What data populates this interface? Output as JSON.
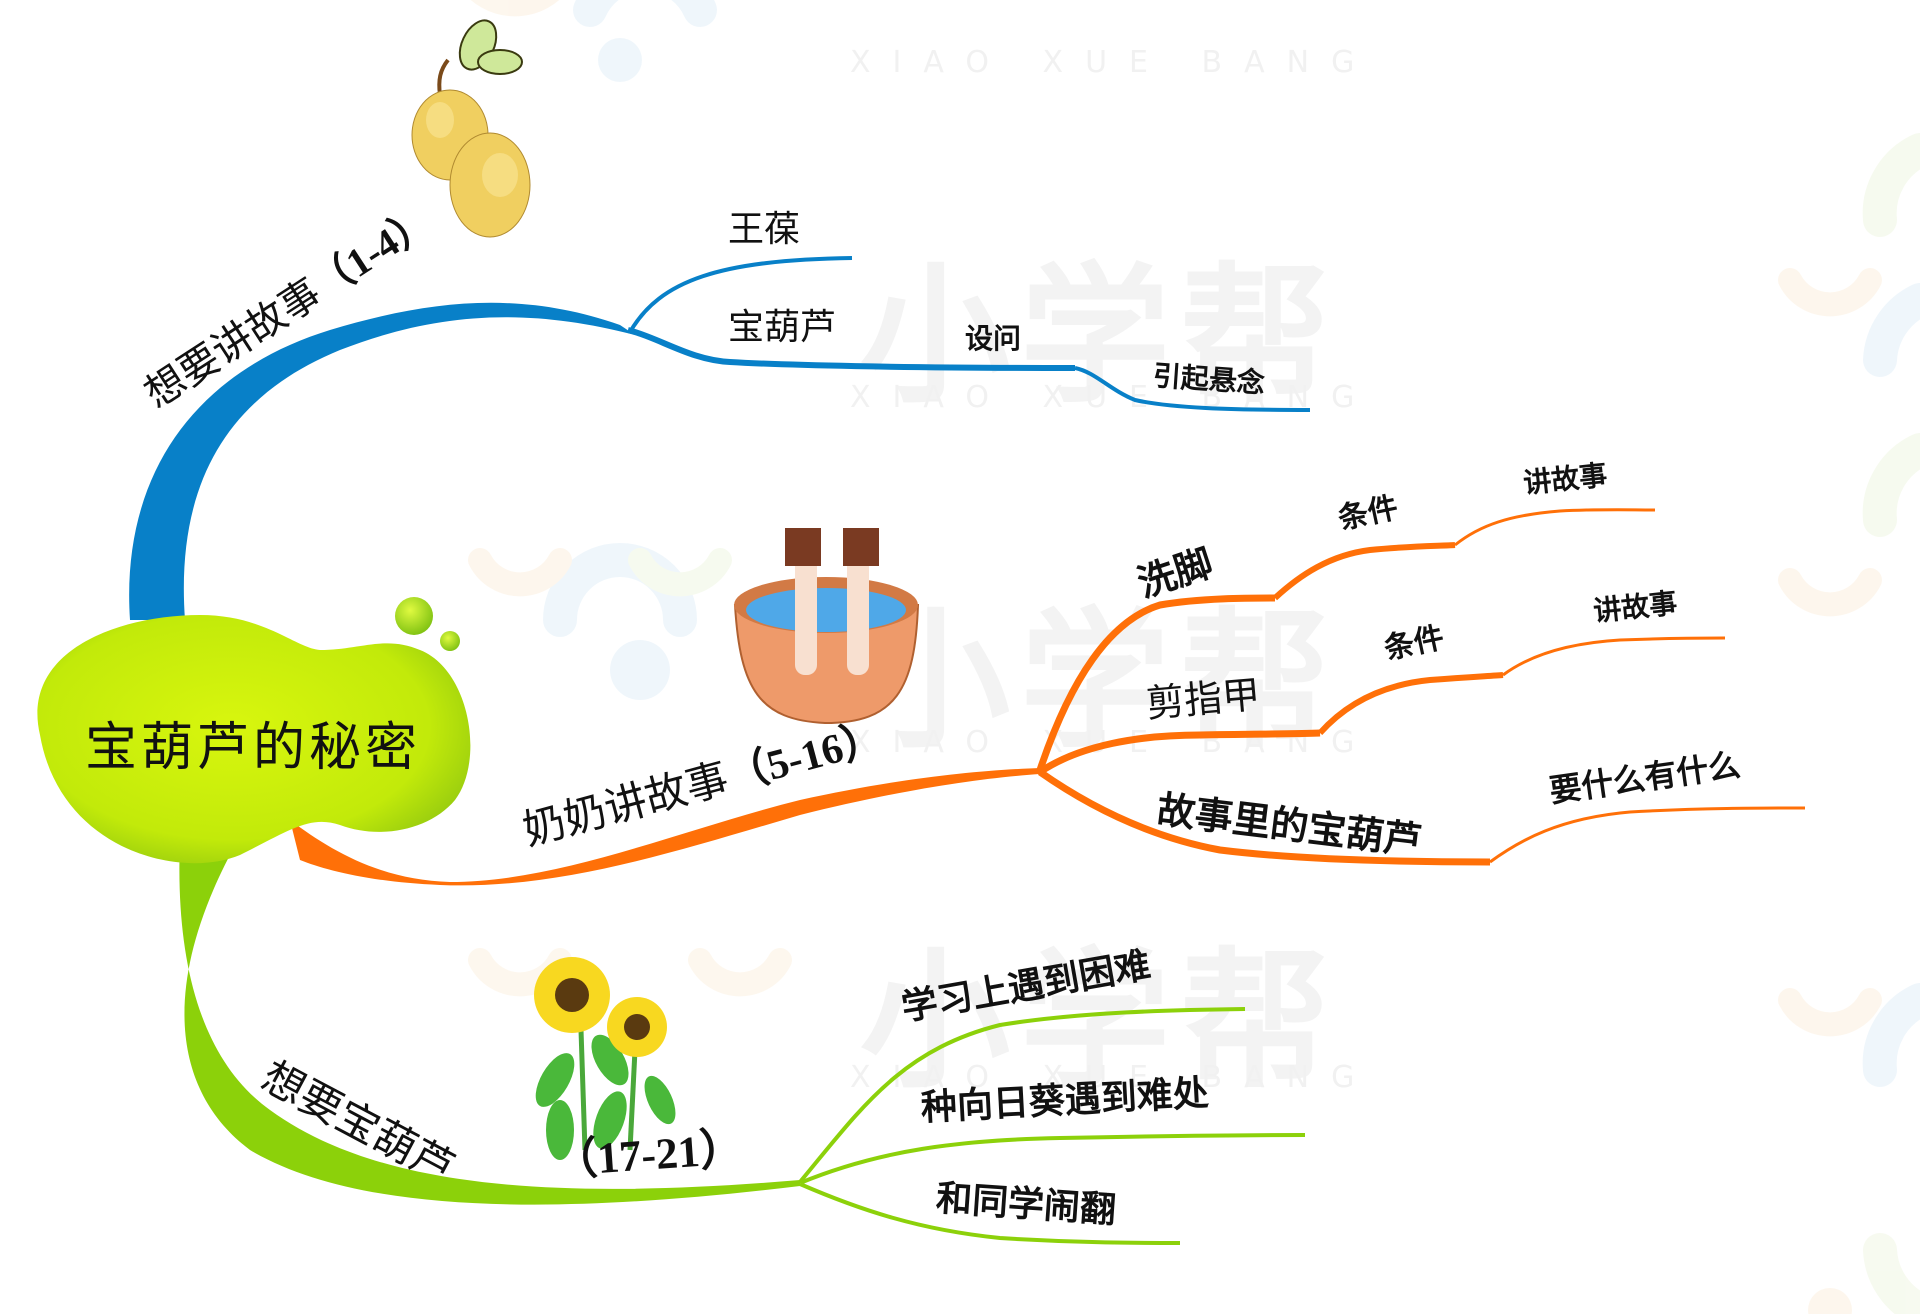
{
  "watermark": {
    "brand_cn": "小学帮",
    "brand_en": "XIAO XUE BANG"
  },
  "central_topic": {
    "label": "宝葫芦的秘密",
    "color": "#C6EC0A"
  },
  "branches": [
    {
      "id": "blue",
      "label": "想要讲故事",
      "range": "（1-4）",
      "color": "#0880C8",
      "illustration": "gourd-icon",
      "children": [
        {
          "label": "王葆",
          "children": []
        },
        {
          "label": "宝葫芦",
          "children": [
            {
              "label": "设问",
              "children": [
                {
                  "label": "引起悬念"
                }
              ]
            }
          ]
        }
      ]
    },
    {
      "id": "orange",
      "label": "奶奶讲故事",
      "range": "（5-16）",
      "color": "#FF7008",
      "illustration": "foot-bath-icon",
      "children": [
        {
          "label": "洗脚",
          "children": [
            {
              "label": "条件",
              "children": [
                {
                  "label": "讲故事"
                }
              ]
            }
          ]
        },
        {
          "label": "剪指甲",
          "children": [
            {
              "label": "条件",
              "children": [
                {
                  "label": "讲故事"
                }
              ]
            }
          ]
        },
        {
          "label": "故事里的宝葫芦",
          "children": [
            {
              "label": "要什么有什么"
            }
          ]
        }
      ]
    },
    {
      "id": "green",
      "label": "想要宝葫芦",
      "range": "（17-21）",
      "color": "#8CD10A",
      "illustration": "sunflower-icon",
      "children": [
        {
          "label": "学习上遇到困难"
        },
        {
          "label": "种向日葵遇到难处"
        },
        {
          "label": "和同学闹翻"
        }
      ]
    }
  ]
}
